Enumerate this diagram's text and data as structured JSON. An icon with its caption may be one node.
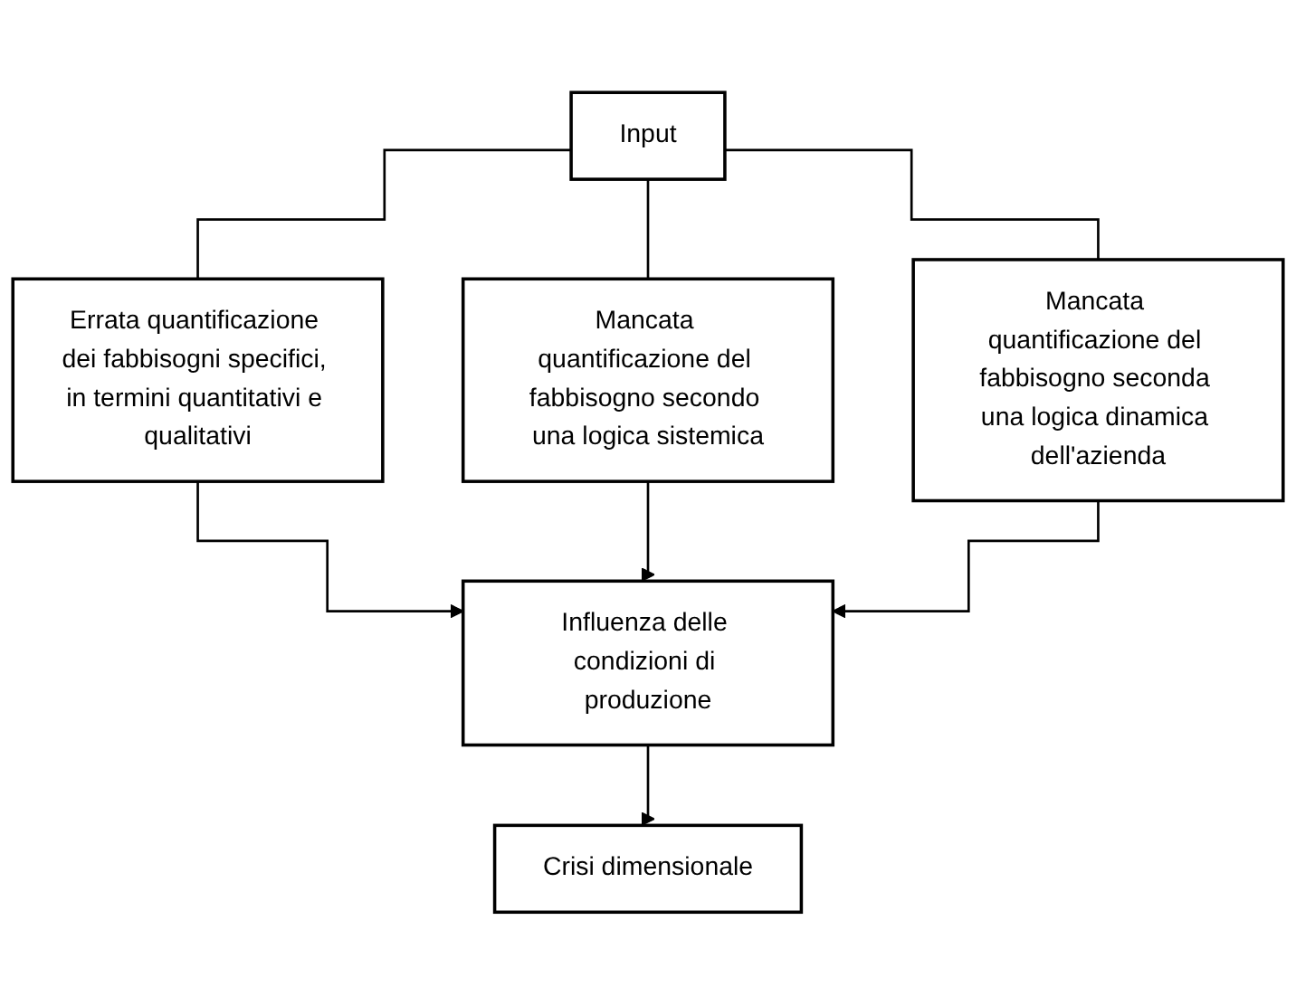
{
  "diagram": {
    "nodes": [
      {
        "text": [
          "Input"
        ]
      },
      {
        "text": [
          "Errata quantificazione dei fabbisogni specifici, in termini quantitativi e qualitativi"
        ]
      },
      {
        "text": [
          "Mancata quantificazione del fabbisogno secondo una logica sistemica"
        ]
      },
      {
        "text": [
          "Mancata quantificazione del fabbisogno seconda una logica dinamica dell'azienda"
        ]
      },
      {
        "text": [
          "Influenza delle condizioni di produzione"
        ]
      },
      {
        "text": [
          "Crisi dimensionale"
        ]
      }
    ],
    "edges": [
      {
        "from": 0,
        "to": 1,
        "arrow": "none"
      },
      {
        "from": 0,
        "to": 2,
        "arrow": "none"
      },
      {
        "from": 0,
        "to": 3,
        "arrow": "none"
      },
      {
        "from": 1,
        "to": 4,
        "arrow": "to"
      },
      {
        "from": 2,
        "to": 4,
        "arrow": "to"
      },
      {
        "from": 3,
        "to": 4,
        "arrow": "to"
      },
      {
        "from": 4,
        "to": 5,
        "arrow": "to"
      }
    ]
  }
}
